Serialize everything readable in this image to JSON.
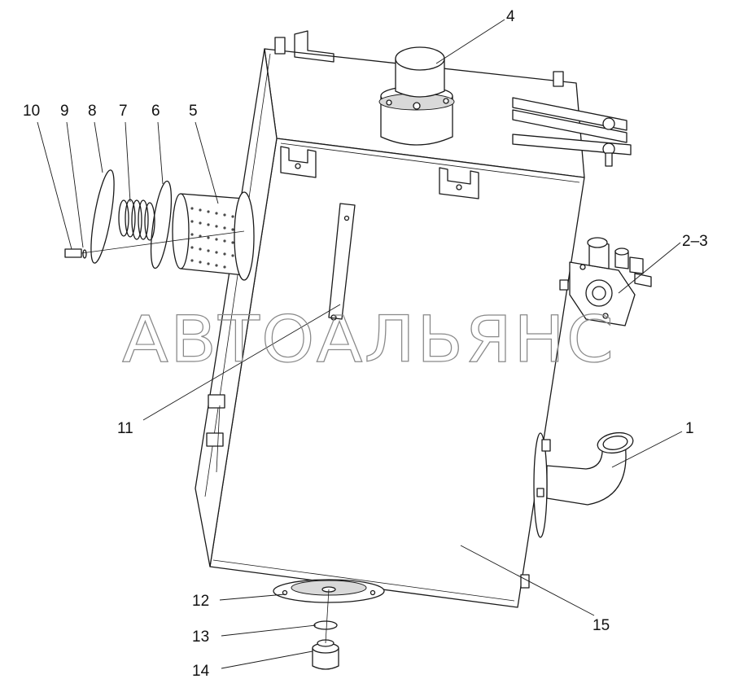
{
  "watermark": "АВТОАЛЬЯНС",
  "callouts": {
    "c1": "1",
    "c2_3": "2–3",
    "c4": "4",
    "c5": "5",
    "c6": "6",
    "c7": "7",
    "c8": "8",
    "c9": "9",
    "c10": "10",
    "c11": "11",
    "c12": "12",
    "c13": "13",
    "c14": "14",
    "c15": "15"
  }
}
